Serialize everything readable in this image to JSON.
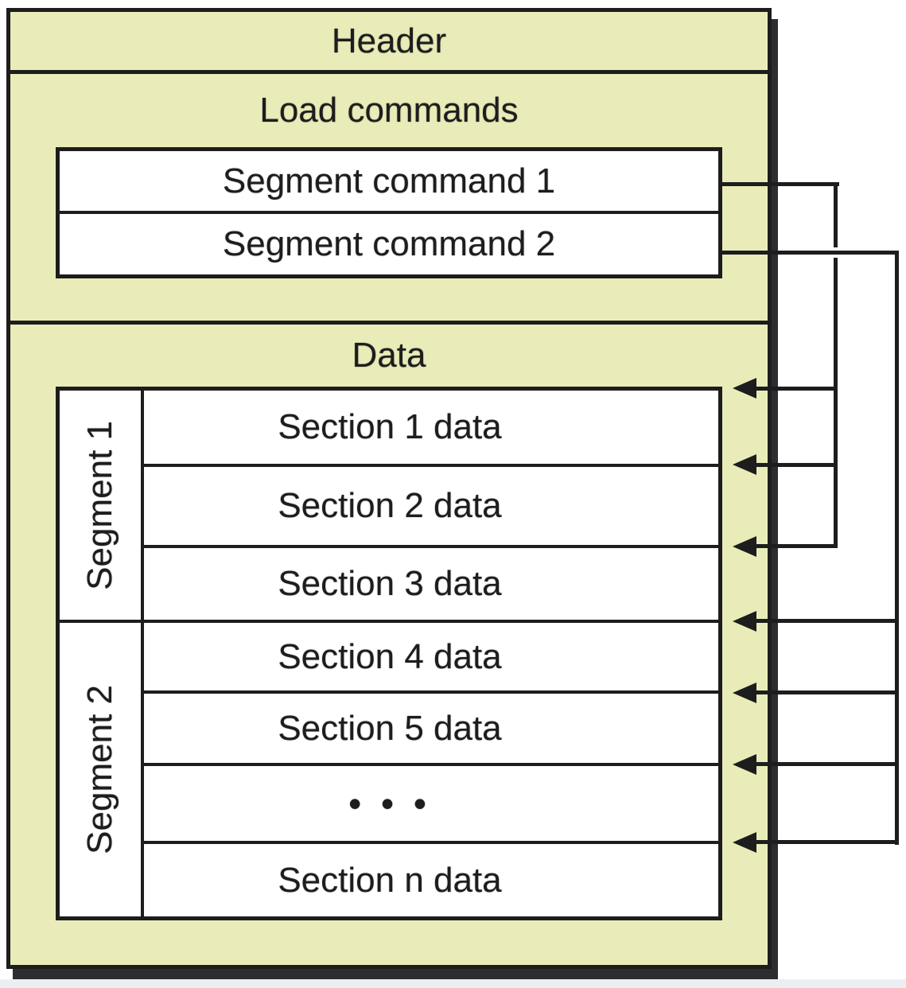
{
  "bands": {
    "header": "Header",
    "load_commands": "Load commands",
    "data": "Data"
  },
  "load_commands": {
    "rows": [
      "Segment command 1",
      "Segment command 2"
    ]
  },
  "data_box": {
    "segment_labels": [
      "Segment 1",
      "Segment 2"
    ],
    "section_rows": [
      "Section 1 data",
      "Section 2 data",
      "Section 3 data",
      "Section 4 data",
      "Section 5 data",
      "• • •",
      "Section n data"
    ]
  },
  "colors": {
    "ink": "#1d1d1d",
    "box_fill": "#e9ecb8",
    "paper": "#ffffff",
    "shadow": "#2d2d31",
    "page_strip": "#eceef2"
  }
}
